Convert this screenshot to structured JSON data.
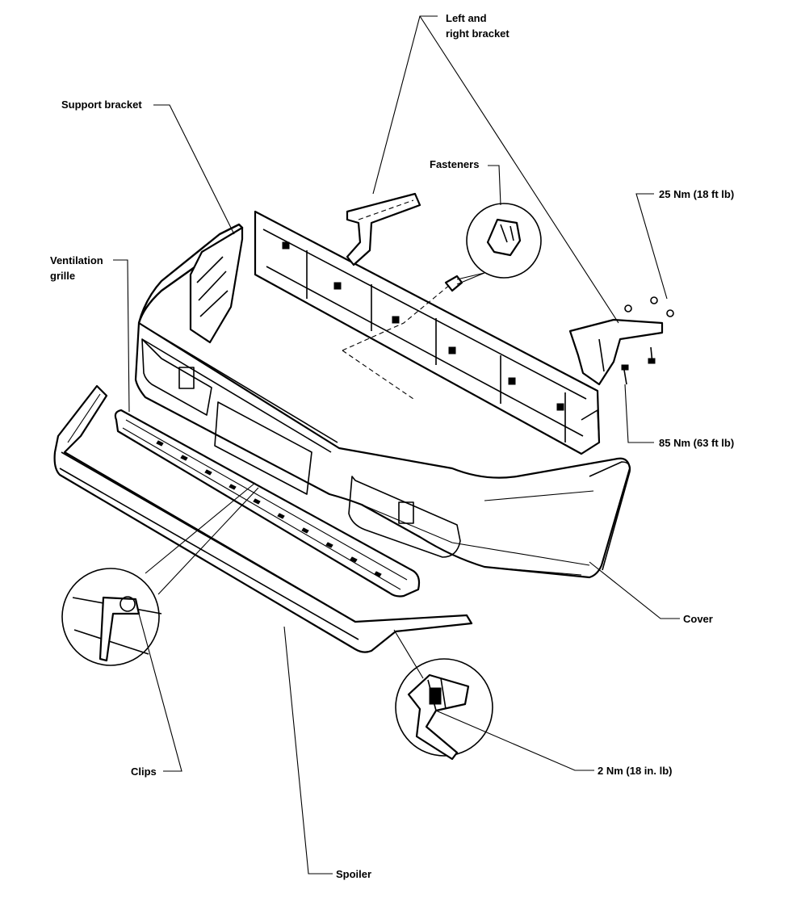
{
  "labels": {
    "left_right_bracket": "Left and\nright bracket",
    "support_bracket": "Support bracket",
    "fasteners": "Fasteners",
    "torque_25": "25 Nm (18 ft lb)",
    "ventilation_grille": "Ventilation\ngrille",
    "torque_85": "85 Nm (63 ft lb)",
    "cover": "Cover",
    "clips": "Clips",
    "torque_2": "2 Nm (18 in. lb)",
    "spoiler": "Spoiler"
  },
  "colors": {
    "ink": "#000000",
    "paper": "#ffffff"
  }
}
